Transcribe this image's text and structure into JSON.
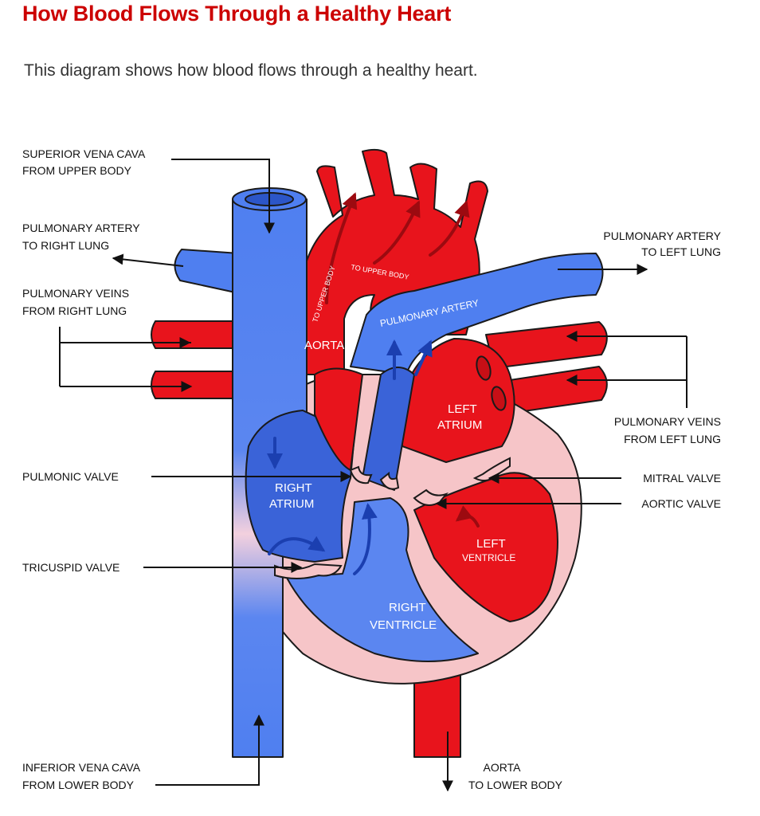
{
  "header": {
    "title": "How Blood Flows Through a Healthy Heart",
    "subtitle": "This diagram shows how blood flows through a healthy heart."
  },
  "labels": {
    "superior_vena_cava": [
      "SUPERIOR VENA CAVA",
      "FROM UPPER BODY"
    ],
    "pulmonary_artery_right": [
      "PULMONARY ARTERY",
      "TO RIGHT LUNG"
    ],
    "pulmonary_veins_right": [
      "PULMONARY VEINS",
      "FROM RIGHT LUNG"
    ],
    "pulmonic_valve": "PULMONIC VALVE",
    "tricuspid_valve": "TRICUSPID VALVE",
    "inferior_vena_cava": [
      "INFERIOR VENA CAVA",
      "FROM LOWER BODY"
    ],
    "pulmonary_artery_left": [
      "PULMONARY ARTERY",
      "TO LEFT LUNG"
    ],
    "pulmonary_veins_left": [
      "PULMONARY VEINS",
      "FROM LEFT LUNG"
    ],
    "mitral_valve": "MITRAL VALVE",
    "aortic_valve": "AORTIC VALVE",
    "aorta_lower": [
      "AORTA",
      "TO LOWER BODY"
    ]
  },
  "inner_labels": {
    "aorta": "AORTA",
    "pulmonary_artery": "PULMONARY ARTERY",
    "right_atrium": [
      "RIGHT",
      "ATRIUM"
    ],
    "left_atrium": [
      "LEFT",
      "ATRIUM"
    ],
    "left_ventricle": [
      "LEFT",
      "VENTRICLE"
    ],
    "right_ventricle": [
      "RIGHT",
      "VENTRICLE"
    ],
    "to_upper_body": "TO UPPER BODY",
    "to_upper_body_2": "TO UPPER BODY"
  },
  "colors": {
    "title": "#cc0000",
    "oxygenated": "#e8141c",
    "deoxygenated": "#4f7ff0",
    "muscle": "#f6c5c8",
    "outline": "#1a1a1a"
  }
}
